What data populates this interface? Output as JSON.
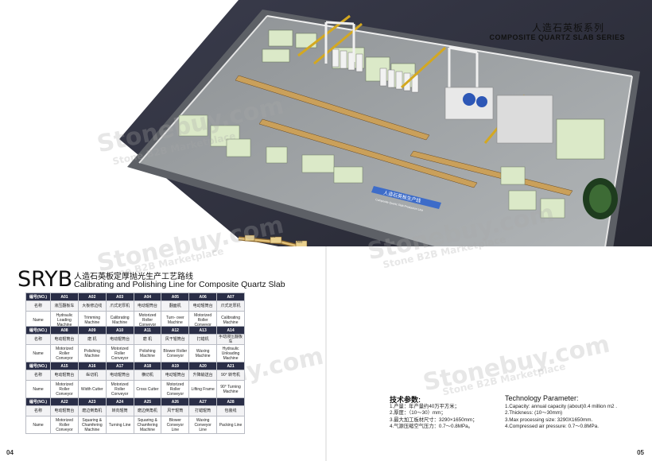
{
  "header": {
    "series_cn": "人造石英板系列",
    "series_en": "COMPOSITE QUARTZ SLAB SERIES"
  },
  "plant": {
    "banner_cn": "人造石英板生产线",
    "banner_en": "Composite Quartz Slab Production Line"
  },
  "title": {
    "code": "SRYB",
    "cn": "人造石英板定厚抛光生产工艺路线",
    "en": "Calibrating and Polishing Line for Composite Quartz Slab"
  },
  "line_labels": [
    "A01",
    "A02",
    "A03",
    "A04",
    "A05",
    "A06",
    "A07",
    "A08",
    "A09",
    "A10",
    "A11",
    "A12",
    "A13",
    "A14",
    "A15",
    "A16",
    "A17",
    "A18",
    "A19",
    "A20",
    "A21",
    "A22",
    "A23",
    "A24",
    "A25",
    "A26",
    "A27",
    "A28"
  ],
  "tables": [
    {
      "hdr": "编号(NO.)",
      "lab_cn": "名称",
      "lab_en": "Name",
      "cols": [
        {
          "no": "A01",
          "cn": "液压翻板车",
          "en": "Hydraulic Loading Machine"
        },
        {
          "no": "A02",
          "cn": "大板修边线",
          "en": "Trimming Machine"
        },
        {
          "no": "A03",
          "cn": "爪式定厚机",
          "en": "Calibrating Machine"
        },
        {
          "no": "A04",
          "cn": "电动辊筒台",
          "en": "Motorized Roller Conveyor"
        },
        {
          "no": "A05",
          "cn": "翻面机",
          "en": "Turn- over Machine"
        },
        {
          "no": "A06",
          "cn": "电动辊筒台",
          "en": "Motorized Roller Conveyor"
        },
        {
          "no": "A07",
          "cn": "爪式定厚机",
          "en": "Calibrating Machine"
        }
      ]
    },
    {
      "hdr": "编号(NO.)",
      "lab_cn": "名称",
      "lab_en": "Name",
      "cols": [
        {
          "no": "A08",
          "cn": "电动辊筒台",
          "en": "Motorized Roller Conveyor"
        },
        {
          "no": "A09",
          "cn": "磨 机",
          "en": "Polishing Machine"
        },
        {
          "no": "A10",
          "cn": "电动辊筒台",
          "en": "Motorized Roller Conveyor"
        },
        {
          "no": "A11",
          "cn": "磨 机",
          "en": "Polishing Machine"
        },
        {
          "no": "A12",
          "cn": "风干辊筒台",
          "en": "Blower Roller Conveyor"
        },
        {
          "no": "A13",
          "cn": "打蜡机",
          "en": "Waxing Machine"
        },
        {
          "no": "A14",
          "cn": "手动液压翻板车",
          "en": "Hydraulic Unloading Machine"
        }
      ]
    },
    {
      "hdr": "编号(NO.)",
      "lab_cn": "名称",
      "lab_en": "Name",
      "cols": [
        {
          "no": "A15",
          "cn": "电动辊筒台",
          "en": "Motorized Roller Conveyor"
        },
        {
          "no": "A16",
          "cn": "纵切机",
          "en": "Width Cutter"
        },
        {
          "no": "A17",
          "cn": "电动辊筒台",
          "en": "Motorized Roller Conveyor"
        },
        {
          "no": "A18",
          "cn": "横切机",
          "en": "Cross Cutter"
        },
        {
          "no": "A19",
          "cn": "电动辊筒台",
          "en": "Motorized Roller Conveyor"
        },
        {
          "no": "A20",
          "cn": "升降输送台",
          "en": "Lifting Frame"
        },
        {
          "no": "A21",
          "cn": "90° 转弯机",
          "en": "90° Turning Machine"
        }
      ]
    },
    {
      "hdr": "编号(NO.)",
      "lab_cn": "名称",
      "lab_en": "Name",
      "cols": [
        {
          "no": "A22",
          "cn": "电动辊筒台",
          "en": "Motorized Roller Conveyor"
        },
        {
          "no": "A23",
          "cn": "磨边倒角机",
          "en": "Squaring & Chamfering Machine"
        },
        {
          "no": "A24",
          "cn": "转向辊筒",
          "en": "Turning Line"
        },
        {
          "no": "A25",
          "cn": "磨边倒角机",
          "en": "Squaring & Chamfering Machine"
        },
        {
          "no": "A26",
          "cn": "风干辊筒",
          "en": "Blower Conveyor Line"
        },
        {
          "no": "A27",
          "cn": "打蜡辊筒",
          "en": "Waxing Conveyor Line"
        },
        {
          "no": "A28",
          "cn": "包装线",
          "en": "Packing Line"
        }
      ]
    }
  ],
  "params_cn": {
    "title": "技术参数:",
    "items": [
      "1.产量：年产量约40万平方米；",
      "2.厚度：（10～30）mm；",
      "3.最大加工板材尺寸：3290×1650mm；",
      "4.气源压缩空气压力：0.7～0.8MPa。"
    ]
  },
  "params_en": {
    "title": "Technology Parameter:",
    "items": [
      "1.Capacity: annual capacity (about)0.4 million m2 .",
      "2.Thickness: (10～30mm)",
      "3.Max processing size: 3290X1650mm.",
      "4.Compressed air pressure: 0.7～0.8MPa."
    ]
  },
  "pages": {
    "left": "04",
    "right": "05"
  },
  "watermarks": [
    "Stonebuy.com",
    "Stone B2B Marketplace"
  ],
  "colors": {
    "table_header": "#2a2e47",
    "plant_bg": "#2f3140",
    "floor": "#9fa3a6",
    "machine": "#d9e8c6"
  }
}
